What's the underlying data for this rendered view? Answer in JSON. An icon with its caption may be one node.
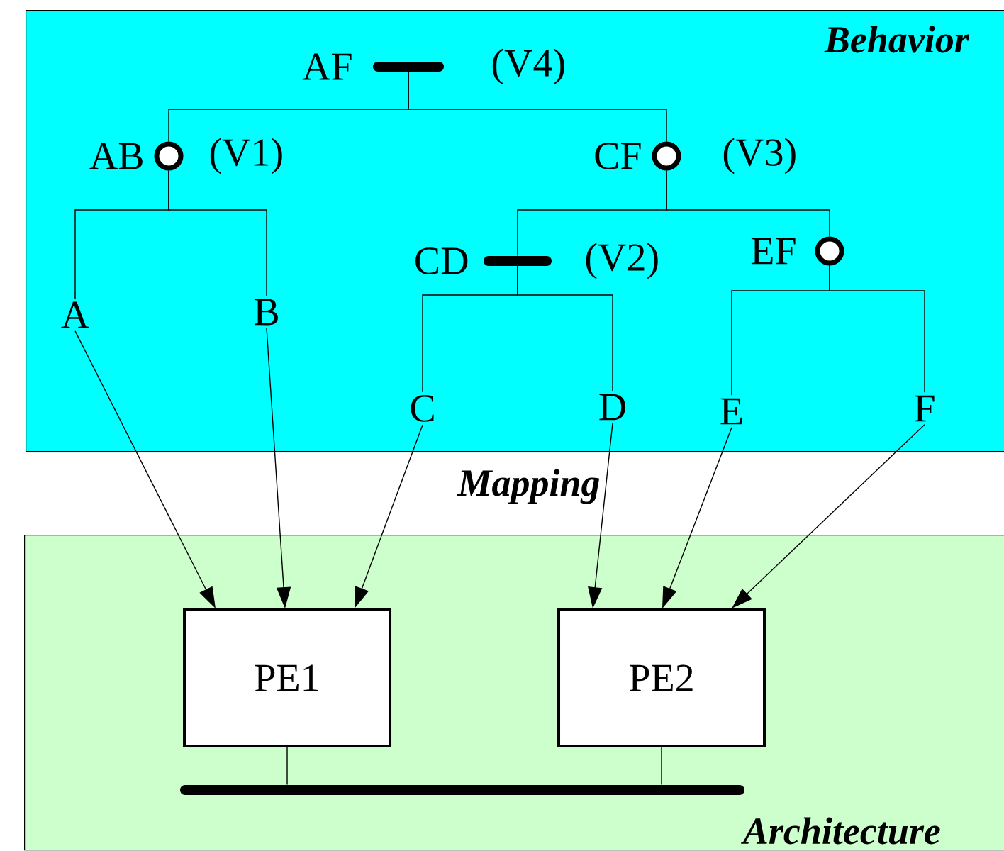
{
  "diagram": {
    "nodes": [
      {
        "text": [
          "Behavior"
        ]
      },
      {
        "text": [],
        "shape": "bar",
        "in": 0,
        "beside": [
          "AF",
          "(V4)"
        ]
      },
      {
        "text": [],
        "shape": "circle",
        "in": 0,
        "beside": [
          "AB",
          "(V1)"
        ]
      },
      {
        "text": [],
        "shape": "circle",
        "in": 0,
        "beside": [
          "CF",
          "(V3)"
        ]
      },
      {
        "text": [],
        "shape": "bar",
        "in": 0,
        "beside": [
          "CD",
          "(V2)"
        ]
      },
      {
        "text": [],
        "shape": "circle",
        "in": 0,
        "beside": [
          "EF"
        ]
      },
      {
        "text": [
          "A"
        ],
        "in": 0
      },
      {
        "text": [
          "B"
        ],
        "in": 0
      },
      {
        "text": [
          "C"
        ],
        "in": 0
      },
      {
        "text": [
          "D"
        ],
        "in": 0
      },
      {
        "text": [
          "E"
        ],
        "in": 0
      },
      {
        "text": [
          "F"
        ],
        "in": 0
      },
      {
        "text": [
          "Architecture"
        ]
      },
      {
        "text": [
          "PE1"
        ],
        "in": 12
      },
      {
        "text": [
          "PE2"
        ],
        "in": 12
      },
      {
        "text": [],
        "shape": "bar",
        "in": 12
      }
    ],
    "edges": [
      {
        "from": 1,
        "to": 2,
        "arrow": "none"
      },
      {
        "from": 1,
        "to": 3,
        "arrow": "none"
      },
      {
        "from": 2,
        "to": 6,
        "arrow": "none"
      },
      {
        "from": 2,
        "to": 7,
        "arrow": "none"
      },
      {
        "from": 3,
        "to": 4,
        "arrow": "none"
      },
      {
        "from": 3,
        "to": 5,
        "arrow": "none"
      },
      {
        "from": 4,
        "to": 8,
        "arrow": "none"
      },
      {
        "from": 4,
        "to": 9,
        "arrow": "none"
      },
      {
        "from": 5,
        "to": 10,
        "arrow": "none"
      },
      {
        "from": 5,
        "to": 11,
        "arrow": "none"
      },
      {
        "from": 6,
        "to": 13,
        "arrow": "to"
      },
      {
        "from": 7,
        "to": 13,
        "arrow": "to"
      },
      {
        "from": 8,
        "to": 13,
        "arrow": "to"
      },
      {
        "from": 9,
        "to": 14,
        "arrow": "to"
      },
      {
        "from": 10,
        "to": 14,
        "arrow": "to"
      },
      {
        "from": 11,
        "to": 14,
        "arrow": "to"
      },
      {
        "from": 13,
        "to": 15,
        "arrow": "none"
      },
      {
        "from": 14,
        "to": 15,
        "arrow": "none"
      }
    ],
    "labels": [
      "Mapping"
    ]
  }
}
